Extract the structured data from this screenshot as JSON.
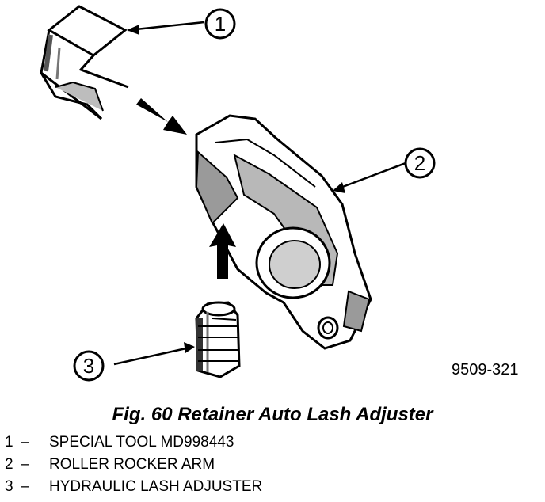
{
  "figure": {
    "code": "9509-321",
    "caption": "Fig. 60 Retainer Auto Lash Adjuster"
  },
  "callouts": [
    {
      "number": "1"
    },
    {
      "number": "2"
    },
    {
      "number": "3"
    }
  ],
  "legend": [
    {
      "number": "1",
      "dash": "–",
      "label": "SPECIAL TOOL MD998443"
    },
    {
      "number": "2",
      "dash": "–",
      "label": "ROLLER ROCKER ARM"
    },
    {
      "number": "3",
      "dash": "–",
      "label": "HYDRAULIC LASH ADJUSTER"
    }
  ]
}
